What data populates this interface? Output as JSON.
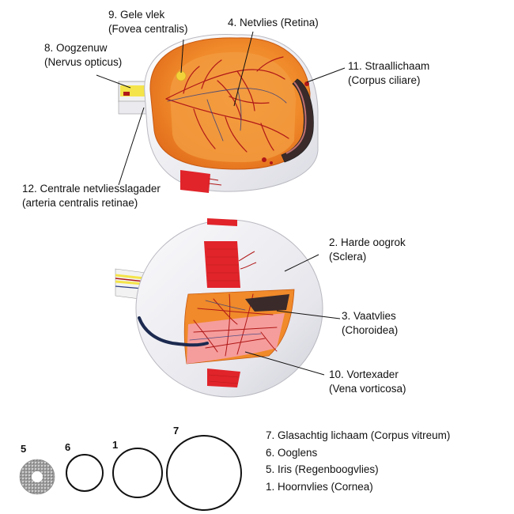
{
  "labels": {
    "fovea": {
      "line1": "9. Gele vlek",
      "line2": "(Fovea centralis)"
    },
    "retina": {
      "line1": "4. Netvlies (Retina)"
    },
    "optic_nerve": {
      "line1": "8. Oogzenuw",
      "line2": "(Nervus opticus)"
    },
    "ciliary": {
      "line1": "11. Straallichaam",
      "line2": "(Corpus ciliare)"
    },
    "central_artery": {
      "line1": "12. Centrale netvliesslagader",
      "line2": "(arteria centralis retinae)"
    },
    "sclera": {
      "line1": "2. Harde oogrok",
      "line2": "(Sclera)"
    },
    "choroid": {
      "line1": "3. Vaatvlies",
      "line2": "(Choroidea)"
    },
    "vortex": {
      "line1": "10. Vortexader",
      "line2": "(Vena vorticosa)"
    }
  },
  "parts": {
    "n5": "5",
    "n6": "6",
    "n1": "1",
    "n7": "7"
  },
  "legend": [
    "7. Glasachtig lichaam (Corpus vitreum)",
    "6. Ooglens",
    "5. Iris (Regenboogvlies)",
    "1. Hoornvlies (Cornea)"
  ],
  "colors": {
    "retina": "#f08a2a",
    "retina_inner": "#f5a04a",
    "sclera": "#eeeef2",
    "muscle": "#e0242a",
    "vessel": "#b01818",
    "nerve_yellow": "#f4e44a",
    "fovea_yellow": "#f2d23a"
  }
}
